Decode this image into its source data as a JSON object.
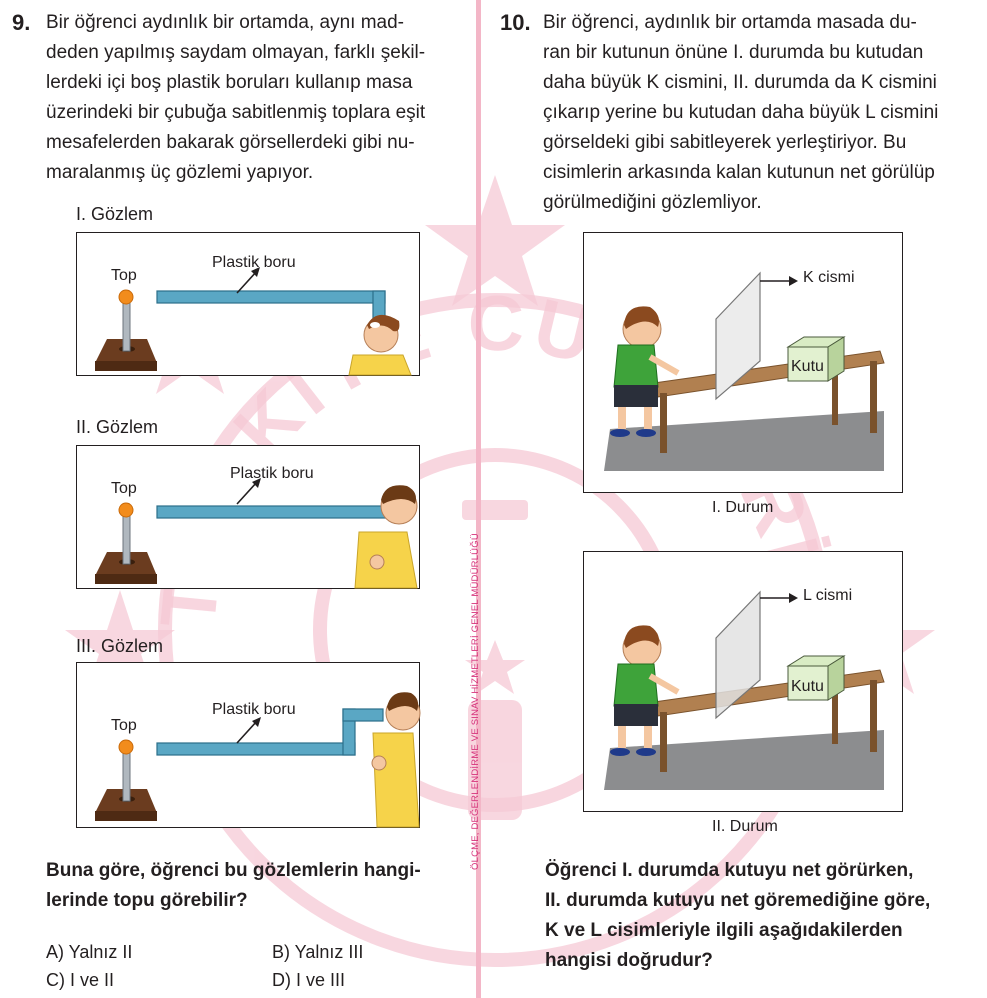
{
  "watermark": {
    "ring_text": "TÜRKİYE CUMHURİYETİ MİLLÎ EĞİTİM BAKANLIĞI",
    "color": "#f3b6c7"
  },
  "divider_text": "ÖLÇME, DEĞERLENDİRME VE SINAV HİZMETLERİ GENEL MÜDÜRLÜĞÜ",
  "q9": {
    "number": "9.",
    "lines": [
      "Bir öğrenci aydınlık bir ortamda, aynı mad-",
      "deden yapılmış saydam olmayan, farklı şekil-",
      "lerdeki içi boş plastik boruları kullanıp masa",
      "üzerindeki bir çubuğa sabitlenmiş toplara eşit",
      "mesafelerden bakarak görsellerdeki gibi nu-",
      "maralanmış üç gözlemi yapıyor."
    ],
    "observations": [
      {
        "title": "I. Gözlem",
        "ball_label": "Top",
        "pipe_label": "Plastik boru"
      },
      {
        "title": "II. Gözlem",
        "ball_label": "Top",
        "pipe_label": "Plastik boru"
      },
      {
        "title": "III. Gözlem",
        "ball_label": "Top",
        "pipe_label": "Plastik boru"
      }
    ],
    "question_lines": [
      "Buna göre, öğrenci bu gözlemlerin hangi-",
      "lerinde topu görebilir?"
    ],
    "options": {
      "a": "A) Yalnız II",
      "b": "B) Yalnız III",
      "c": "C) I ve II",
      "d": "D) I ve III"
    }
  },
  "q10": {
    "number": "10.",
    "lines": [
      "Bir öğrenci, aydınlık bir ortamda masada du-",
      "ran bir kutunun önüne I. durumda bu kutudan",
      "daha büyük K cismini, II. durumda da K cismini",
      "çıkarıp yerine bu kutudan daha büyük L cismini",
      "görseldeki gibi sabitleyerek yerleştiriyor. Bu",
      "cisimlerin arkasında kalan kutunun net görülüp",
      "görülmediğini gözlemliyor."
    ],
    "scenes": [
      {
        "object_label": "K cismi",
        "box_label": "Kutu",
        "caption": "I. Durum"
      },
      {
        "object_label": "L cismi",
        "box_label": "Kutu",
        "caption": "II. Durum"
      }
    ],
    "question_lines": [
      "Öğrenci I. durumda kutuyu net görürken,",
      "II. durumda kutuyu net göremediğine göre,",
      "K ve L cisimleriyle ilgili aşağıdakilerden",
      "hangisi doğrudur?"
    ]
  }
}
